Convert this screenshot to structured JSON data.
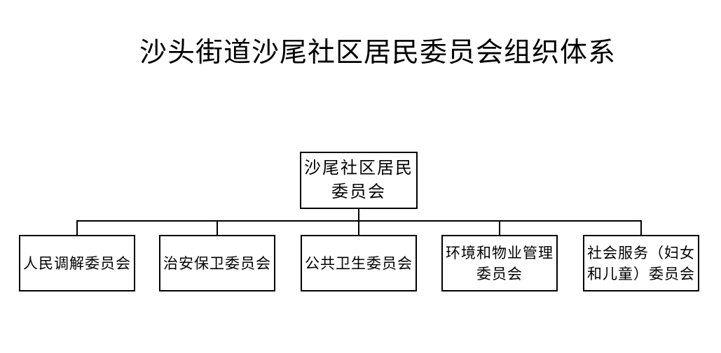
{
  "title": "沙头街道沙尾社区居民委员会组织体系",
  "colors": {
    "background": "#ffffff",
    "text": "#000000",
    "border": "#000000",
    "connector": "#000000"
  },
  "org_chart": {
    "root": {
      "label": "沙尾社区居民\n委员会"
    },
    "children": [
      {
        "label": "人民调解委员会"
      },
      {
        "label": "治安保卫委员会"
      },
      {
        "label": "公共卫生委员会"
      },
      {
        "label": "环境和物业管理\n委员会"
      },
      {
        "label": "社会服务（妇女\n和儿童）委员会"
      }
    ]
  }
}
